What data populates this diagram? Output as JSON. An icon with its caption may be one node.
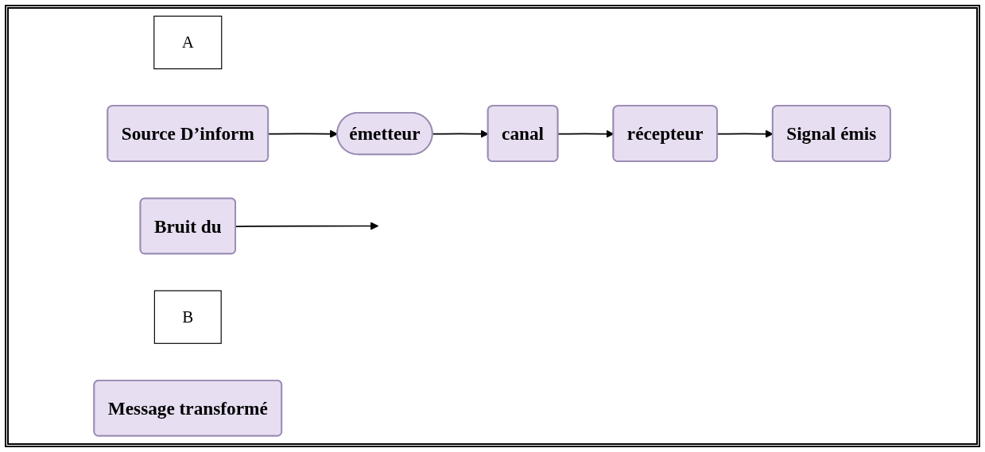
{
  "diagram": {
    "nodes": [
      {
        "text": [
          "A"
        ]
      },
      {
        "text": [
          "Source D’inform"
        ]
      },
      {
        "text": [
          "émetteur"
        ]
      },
      {
        "text": [
          "Bruit du"
        ]
      },
      {
        "text": [
          "canal"
        ]
      },
      {
        "text": [
          "B"
        ]
      },
      {
        "text": [
          "récepteur"
        ]
      },
      {
        "text": [
          "Signal émis"
        ]
      },
      {
        "text": [
          "Message transformé"
        ]
      }
    ],
    "edges": [
      {
        "from": 1,
        "to": 2,
        "arrow": "to"
      },
      {
        "from": 2,
        "to": 4,
        "arrow": "to"
      },
      {
        "from": 3,
        "to": null,
        "arrow": "to"
      },
      {
        "from": 4,
        "to": 6,
        "arrow": "to"
      },
      {
        "from": 6,
        "to": 7,
        "arrow": "to"
      }
    ]
  }
}
